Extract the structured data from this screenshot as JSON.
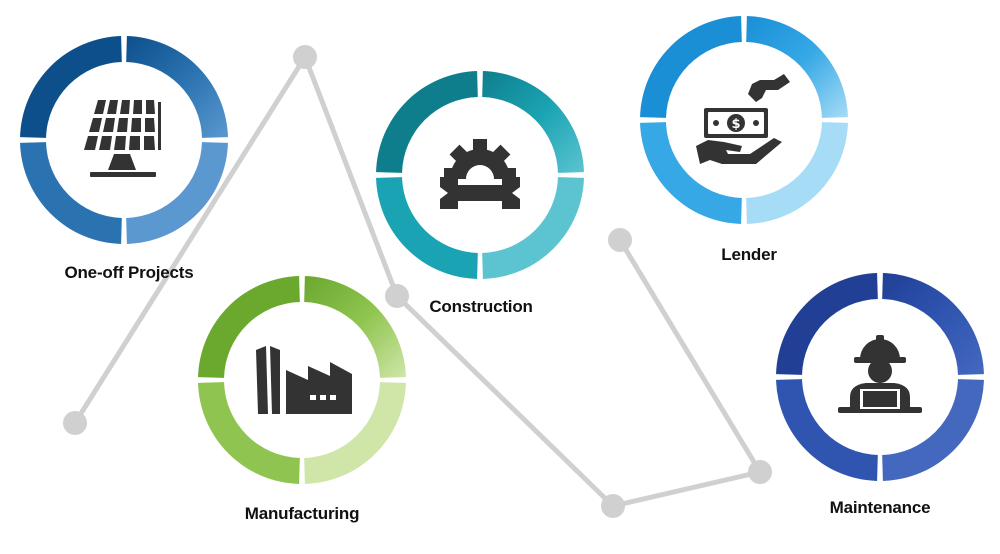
{
  "diagram": {
    "stages": [
      {
        "id": "one-off-projects",
        "label": "One-off Projects",
        "icon": "solar-panel-icon",
        "colors": {
          "dark": "#0d4f8b",
          "mid": "#2a72b0",
          "light": "#5a98cf"
        }
      },
      {
        "id": "manufacturing",
        "label": "Manufacturing",
        "icon": "factory-icon",
        "colors": {
          "dark": "#6aa82e",
          "mid": "#8ec44f",
          "light": "#cfe6a8"
        }
      },
      {
        "id": "construction",
        "label": "Construction",
        "icon": "gear-wrench-icon",
        "colors": {
          "dark": "#0f7e8c",
          "mid": "#1aa3b3",
          "light": "#5cc4d0"
        }
      },
      {
        "id": "lender",
        "label": "Lender",
        "icon": "money-handover-icon",
        "colors": {
          "dark": "#1a8fd6",
          "mid": "#36a8e6",
          "light": "#a7dcf6"
        }
      },
      {
        "id": "maintenance",
        "label": "Maintenance",
        "icon": "engineer-laptop-icon",
        "colors": {
          "dark": "#213f95",
          "mid": "#2f55b0",
          "light": "#4568bf"
        }
      }
    ],
    "connector_color": "#d0d0d0",
    "icon_color": "#333333"
  }
}
